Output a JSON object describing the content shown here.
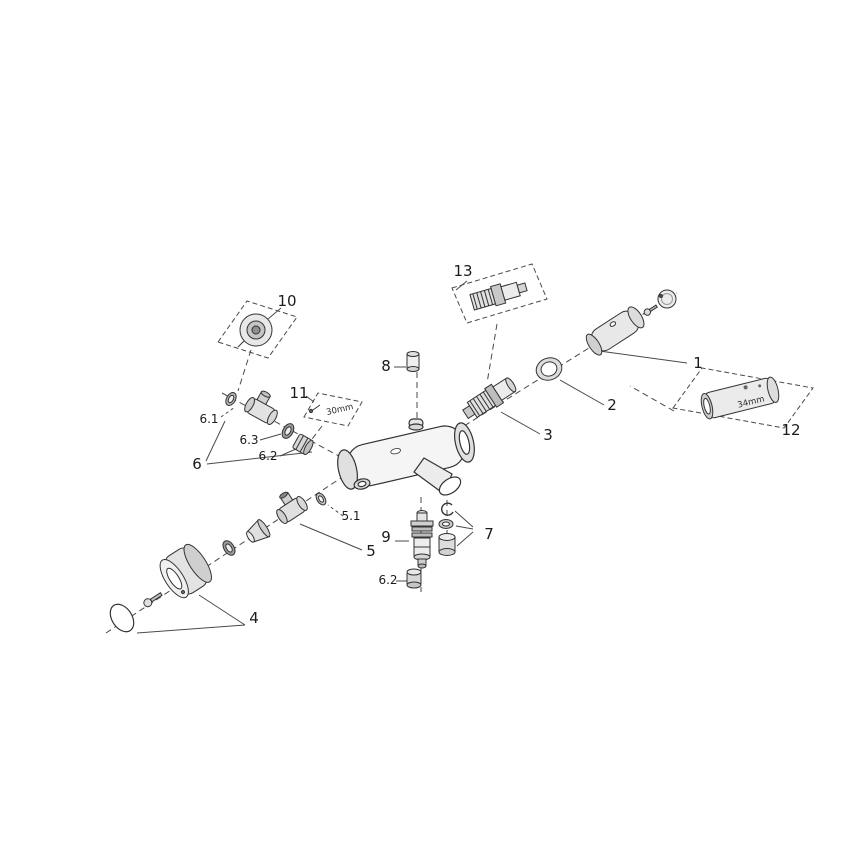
{
  "diagram": {
    "type": "exploded-parts-diagram",
    "background": "#ffffff",
    "line_color": "#3a3a3a",
    "callouts": {
      "c1": "1",
      "c2": "2",
      "c3": "3",
      "c4": "4",
      "c5": "5",
      "c5_1": "5.1",
      "c6": "6",
      "c6_1": "6.1",
      "c6_2a": "6.2",
      "c6_2b": "6.2",
      "c6_3": "6.3",
      "c7": "7",
      "c8": "8",
      "c9": "9",
      "c10": "10",
      "c11": "11",
      "c12": "12",
      "c13": "13"
    },
    "dimensions": {
      "d30": "30mm",
      "d34": "34mm"
    }
  }
}
